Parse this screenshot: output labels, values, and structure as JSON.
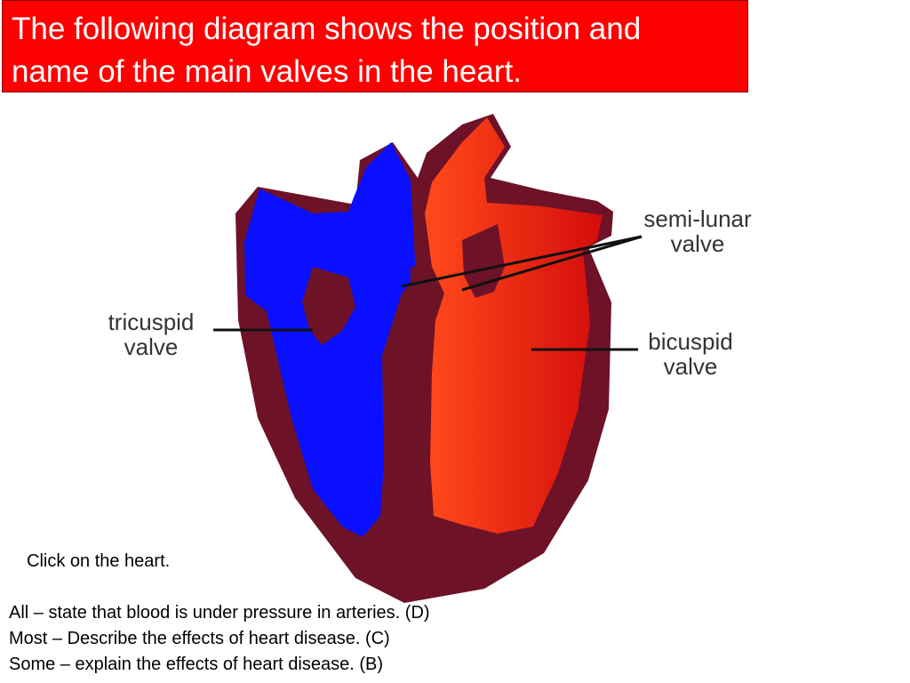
{
  "slide": {
    "title": "The following diagram shows the position and\nname of the main valves in the heart.",
    "click_note": "Click on the heart.",
    "objectives": [
      "All – state that blood is under pressure in arteries. (D)",
      "Most – Describe the effects of heart disease. (C)",
      "Some – explain the effects of heart disease. (B)"
    ]
  },
  "diagram": {
    "labels": {
      "tricuspid": "tricuspid\nvalve",
      "semilunar": "semi-lunar\nvalve",
      "bicuspid": "bicuspid\nvalve"
    },
    "colors": {
      "muscle": "#6e1228",
      "deoxygenated": "#0a10ff",
      "oxygenated": "#ff3c14",
      "title_background": "#ff0000"
    }
  }
}
